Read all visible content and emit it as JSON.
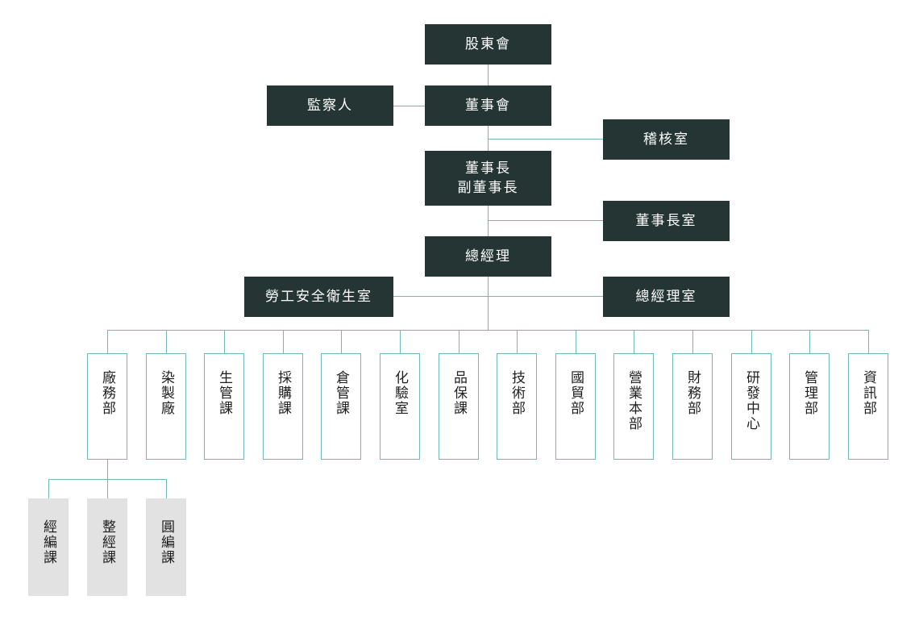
{
  "colors": {
    "box": "#243534",
    "line": "#6fb9b7",
    "border": "#6fb9b7",
    "sub": "#e2e2e2"
  },
  "top": {
    "shareholders": "股東會",
    "supervisors": "監察人",
    "board": "董事會",
    "audit": "稽核室",
    "chairman": [
      "董事長",
      "副董事長"
    ],
    "chairman_office": "董事長室",
    "gm": "總經理",
    "labor_safety": "勞工安全衛生室",
    "gm_office": "總經理室"
  },
  "departments": [
    "廠務部",
    "染製廠",
    "生管課",
    "採購課",
    "倉管課",
    "化驗室",
    "品保課",
    "技術部",
    "國貿部",
    "營業本部",
    "財務部",
    "研發中心",
    "管理部",
    "資訊部"
  ],
  "sub_units": [
    "經編課",
    "整經課",
    "圓編課"
  ]
}
